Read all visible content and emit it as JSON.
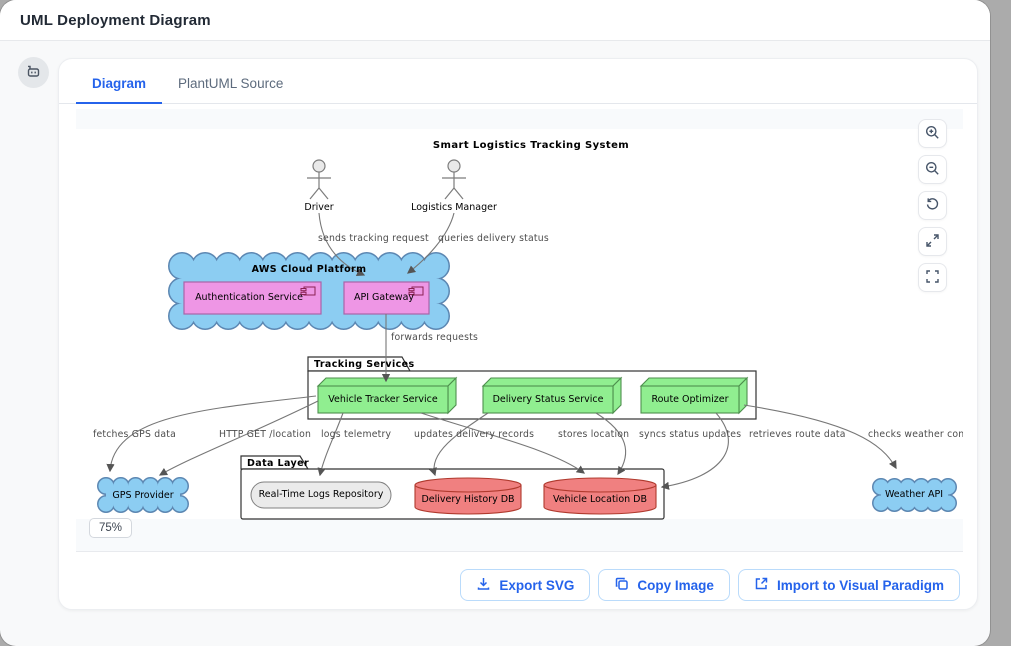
{
  "window": {
    "title": "UML Deployment Diagram"
  },
  "tabs": [
    {
      "label": "Diagram",
      "active": true
    },
    {
      "label": "PlantUML Source",
      "active": false
    }
  ],
  "toolbar": {
    "export_svg": "Export SVG",
    "copy_image": "Copy Image",
    "import_vp": "Import to Visual Paradigm"
  },
  "zoom": {
    "level": "75%"
  },
  "diagram": {
    "title": "Smart Logistics Tracking System",
    "actors": [
      {
        "name": "Driver"
      },
      {
        "name": "Logistics Manager"
      }
    ],
    "aws": {
      "label": "AWS Cloud Platform",
      "components": [
        {
          "label": "Authentication Service"
        },
        {
          "label": "API Gateway"
        }
      ]
    },
    "tracking": {
      "label": "Tracking Services",
      "nodes": [
        {
          "label": "Vehicle Tracker Service"
        },
        {
          "label": "Delivery Status Service"
        },
        {
          "label": "Route Optimizer"
        }
      ]
    },
    "data_layer": {
      "label": "Data Layer",
      "repository": "Real-Time Logs Repository",
      "databases": [
        {
          "label": "Delivery History DB"
        },
        {
          "label": "Vehicle Location DB"
        }
      ]
    },
    "external": [
      {
        "label": "GPS Provider"
      },
      {
        "label": "Weather API"
      }
    ],
    "edges": {
      "sends": "sends tracking request",
      "queries": "queries delivery status",
      "forwards": "forwards requests",
      "fetches": "fetches GPS data",
      "http_get": "HTTP GET /location",
      "logs": "logs telemetry",
      "updates": "updates delivery records",
      "stores": "stores location",
      "syncs": "syncs status updates",
      "retrieves": "retrieves route data",
      "checks": "checks weather con"
    },
    "colors": {
      "cloud_fill": "#8ccdf2",
      "cloud_stroke": "#5c87b2",
      "component_fill": "#ee96e5",
      "component_stroke": "#a864a8",
      "node_fill": "#90ee90",
      "node_stroke": "#4e8f4e",
      "db_fill": "#f08080",
      "db_stroke": "#b03a2e",
      "repo_fill": "#ebebeb",
      "repo_stroke": "#808080",
      "accent": "#2563eb"
    }
  }
}
